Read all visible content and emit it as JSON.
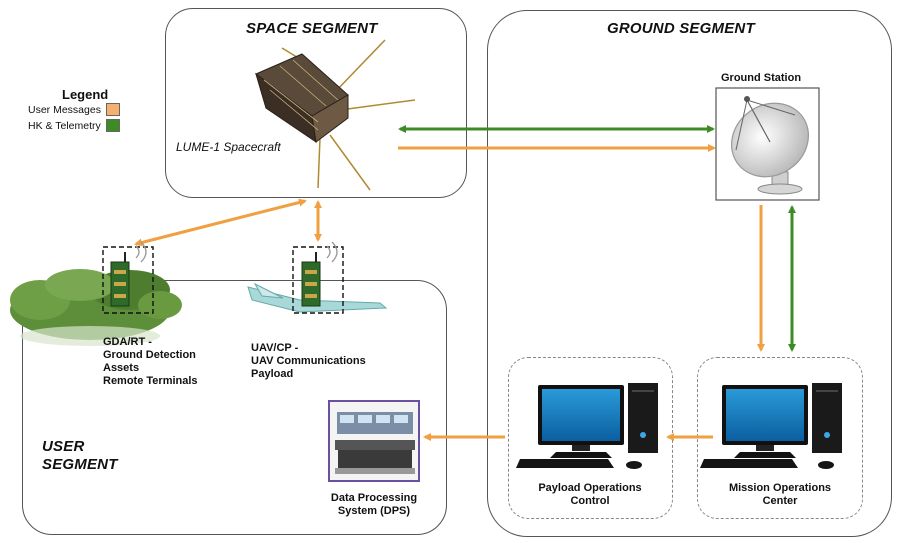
{
  "legend": {
    "title": "Legend",
    "items": [
      {
        "label": "User Messages",
        "color": "#f5a94e"
      },
      {
        "label": "HK & Telemetry",
        "color": "#3d8b25"
      }
    ]
  },
  "segments": {
    "space": {
      "title": "SPACE SEGMENT"
    },
    "ground": {
      "title": "GROUND SEGMENT"
    },
    "user": {
      "title_line1": "USER",
      "title_line2": "SEGMENT"
    }
  },
  "nodes": {
    "spacecraft": {
      "label": "LUME-1 Spacecraft"
    },
    "ground_station": {
      "label": "Ground Station"
    },
    "gda": {
      "lines": [
        "GDA/RT -",
        "Ground Detection",
        "Assets",
        "Remote Terminals"
      ]
    },
    "uav": {
      "lines": [
        "UAV/CP -",
        "UAV Communications",
        "Payload"
      ]
    },
    "dps": {
      "lines": [
        "Data Processing",
        "System (DPS)"
      ]
    },
    "poc": {
      "lines": [
        "Payload Operations",
        "Control"
      ]
    },
    "moc": {
      "lines": [
        "Mission Operations",
        "Center"
      ]
    }
  },
  "colors": {
    "user_messages": "#f0a040",
    "hk_telemetry": "#3d8b25"
  }
}
